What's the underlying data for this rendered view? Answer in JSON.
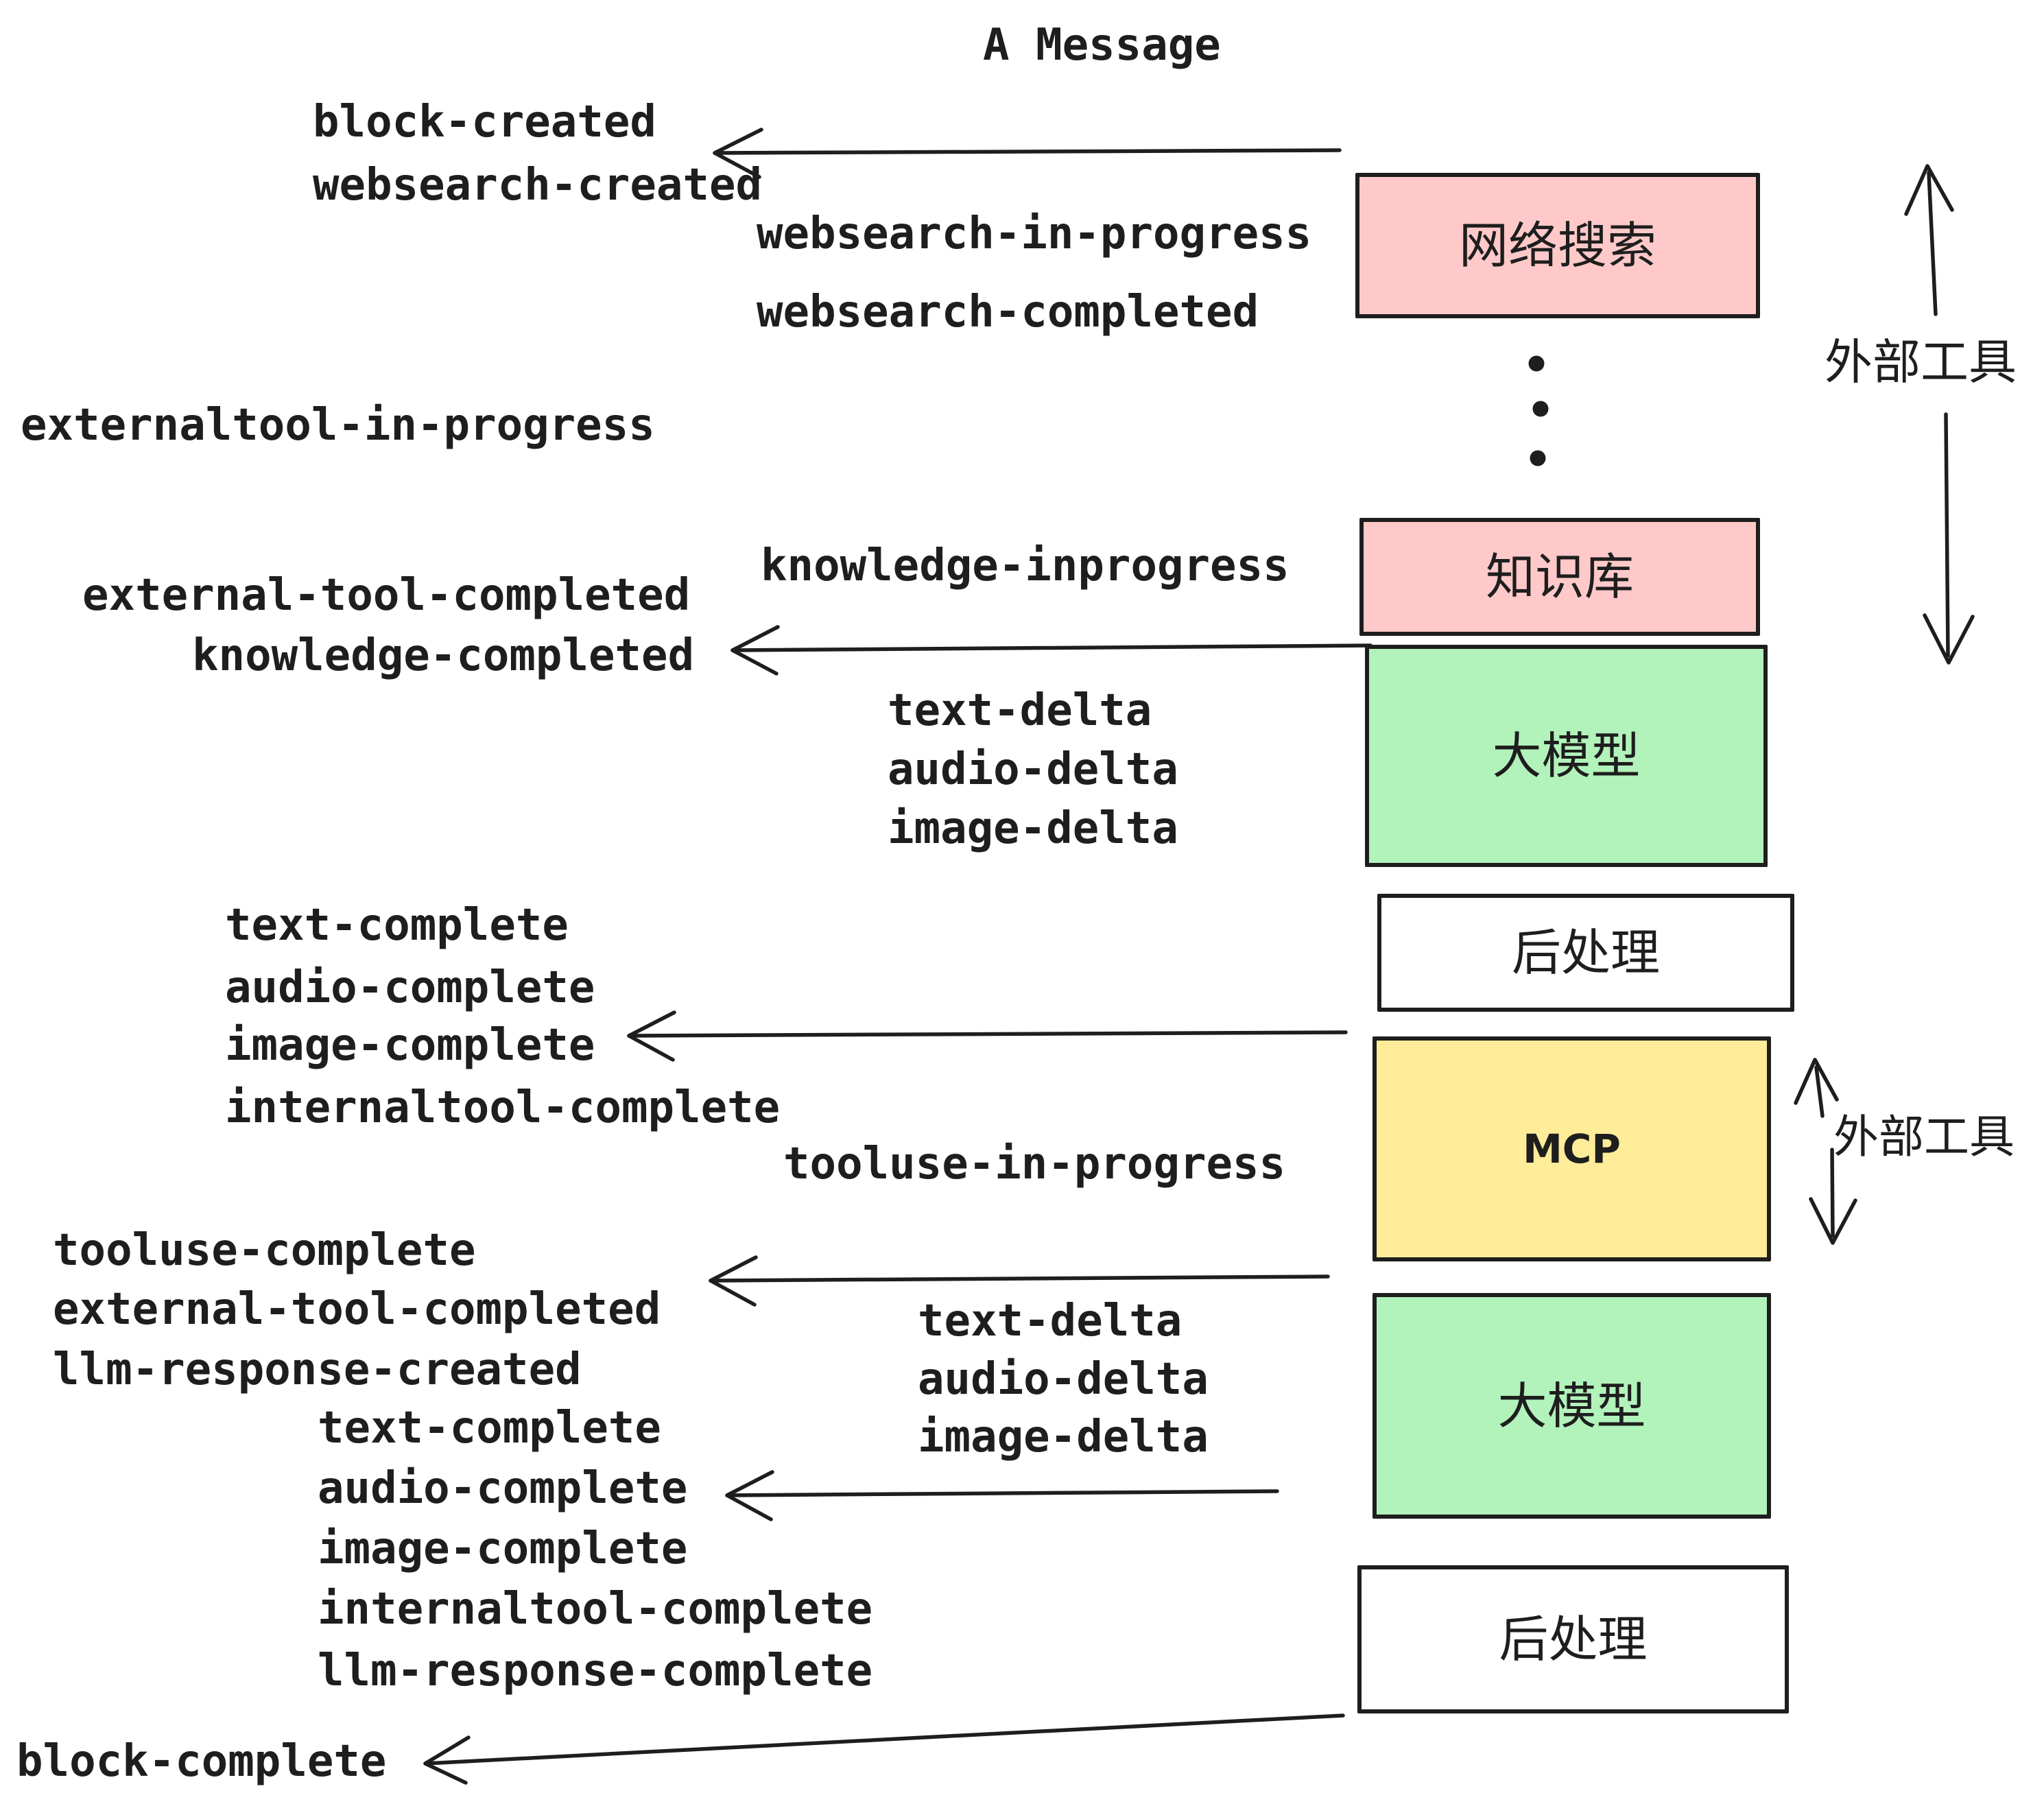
{
  "title": "A Message",
  "colors": {
    "stroke": "#1e1e1e",
    "pink_fill": "#ffc9c9",
    "green_fill": "#b2f2bb",
    "yellow_fill": "#ffec99",
    "white_fill": "#ffffff",
    "background": "#ffffff"
  },
  "boxes": [
    {
      "id": "websearch",
      "label": "网络搜索",
      "fill": "#ffc9c9"
    },
    {
      "id": "knowledge",
      "label": "知识库",
      "fill": "#ffc9c9"
    },
    {
      "id": "llm-1",
      "label": "大模型",
      "fill": "#b2f2bb"
    },
    {
      "id": "postprocess-1",
      "label": "后处理",
      "fill": "#ffffff"
    },
    {
      "id": "mcp",
      "label": "MCP",
      "fill": "#ffec99"
    },
    {
      "id": "llm-2",
      "label": "大模型",
      "fill": "#b2f2bb"
    },
    {
      "id": "postprocess-2",
      "label": "后处理",
      "fill": "#ffffff"
    }
  ],
  "side_labels": [
    {
      "label": "外部工具"
    },
    {
      "label": "外部工具"
    }
  ],
  "events": [
    {
      "text": "block-created"
    },
    {
      "text": "websearch-created"
    },
    {
      "text": "websearch-in-progress"
    },
    {
      "text": "websearch-completed"
    },
    {
      "text": "externaltool-in-progress"
    },
    {
      "text": "knowledge-inprogress"
    },
    {
      "text": "external-tool-completed"
    },
    {
      "text": "knowledge-completed"
    },
    {
      "text": "text-delta"
    },
    {
      "text": "audio-delta"
    },
    {
      "text": "image-delta"
    },
    {
      "text": "text-complete"
    },
    {
      "text": "audio-complete"
    },
    {
      "text": "image-complete"
    },
    {
      "text": "internaltool-complete"
    },
    {
      "text": "tooluse-in-progress"
    },
    {
      "text": "tooluse-complete"
    },
    {
      "text": "external-tool-completed"
    },
    {
      "text": "text-delta"
    },
    {
      "text": "llm-response-created"
    },
    {
      "text": "audio-delta"
    },
    {
      "text": "image-delta"
    },
    {
      "text": "text-complete"
    },
    {
      "text": "audio-complete"
    },
    {
      "text": "image-complete"
    },
    {
      "text": "internaltool-complete"
    },
    {
      "text": "llm-response-complete"
    },
    {
      "text": "block-complete"
    }
  ]
}
